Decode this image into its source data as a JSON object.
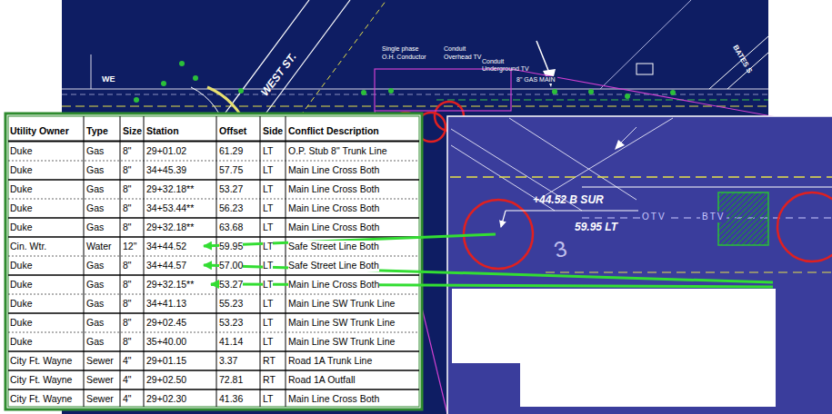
{
  "diagram": {
    "labels": [
      "WE",
      "WEST ST.",
      "Single phase",
      "O.H. Conductor",
      "Conduit",
      "Overhead TV",
      "Conduit",
      "Underground TV",
      "8\" GAS MAIN",
      "BATES S",
      "Utility Owner",
      "Type",
      "Size",
      "Station",
      "Offset",
      "Side",
      "Conflict Description",
      "Duke",
      "Gas",
      "8\"",
      "29+01.02",
      "61.29",
      "LT",
      "O.P. Stub 8\" Trunk Line",
      "Duke",
      "Gas",
      "8\"",
      "34+45.39",
      "57.75",
      "LT",
      "Main Line Cross Both",
      "Duke",
      "Gas",
      "8\"",
      "29+32.18**",
      "53.27",
      "LT",
      "Main Line Cross Both",
      "Duke",
      "Gas",
      "8\"",
      "34+53.44**",
      "56.23",
      "LT",
      "Main Line Cross Both",
      "Duke",
      "Gas",
      "8\"",
      "29+32.18**",
      "63.68",
      "LT",
      "Main Line Cross Both",
      "Cin. Wtr.",
      "Water",
      "12\"",
      "34+44.52",
      "59.95",
      "LT",
      "Safe Street Line Both",
      "Duke",
      "Gas",
      "8\"",
      "34+44.57",
      "57.00",
      "LT",
      "Safe Street Line Both",
      "Duke",
      "Gas",
      "8\"",
      "29+32.15**",
      "53.27",
      "LT",
      "Main Line Cross Both",
      "Duke",
      "Gas",
      "8\"",
      "34+41.13",
      "55.23",
      "LT",
      "Main Line SW Trunk Line",
      "Duke",
      "Gas",
      "8\"",
      "29+02.45",
      "53.23",
      "LT",
      "Main Line SW Trunk Line",
      "Duke",
      "Gas",
      "8\"",
      "35+40.00",
      "41.14",
      "LT",
      "Main Line SW Trunk Line",
      "City Ft. Wayne",
      "Sewer",
      "4\"",
      "29+01.15",
      "3.37",
      "RT",
      "Road 1A Trunk Line",
      "City Ft. Wayne",
      "Sewer",
      "4\"",
      "29+02.50",
      "72.81",
      "RT",
      "Road 1A Outfall",
      "City Ft. Wayne",
      "Sewer",
      "4\"",
      "29+02.30",
      "41.36",
      "LT",
      "Main Line Cross Both",
      "+44.52 B SUR",
      "59.95 LT",
      "OTV",
      "BTV",
      "3"
    ]
  }
}
